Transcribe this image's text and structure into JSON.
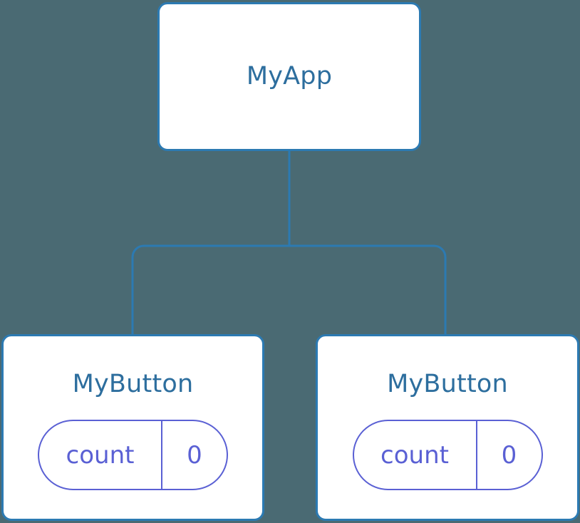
{
  "diagram": {
    "type": "component-tree",
    "background_color": "#4a6a73",
    "node_border_color": "#2c7ab2",
    "node_fill_color": "#ffffff",
    "node_title_color": "#2d6e9e",
    "state_accent_color": "#5a60d4",
    "connector_color": "#2c7ab2",
    "root": {
      "title": "MyApp",
      "state": []
    },
    "children": [
      {
        "title": "MyButton",
        "state": [
          {
            "key": "count",
            "value": "0"
          }
        ]
      },
      {
        "title": "MyButton",
        "state": [
          {
            "key": "count",
            "value": "0"
          }
        ]
      }
    ]
  }
}
